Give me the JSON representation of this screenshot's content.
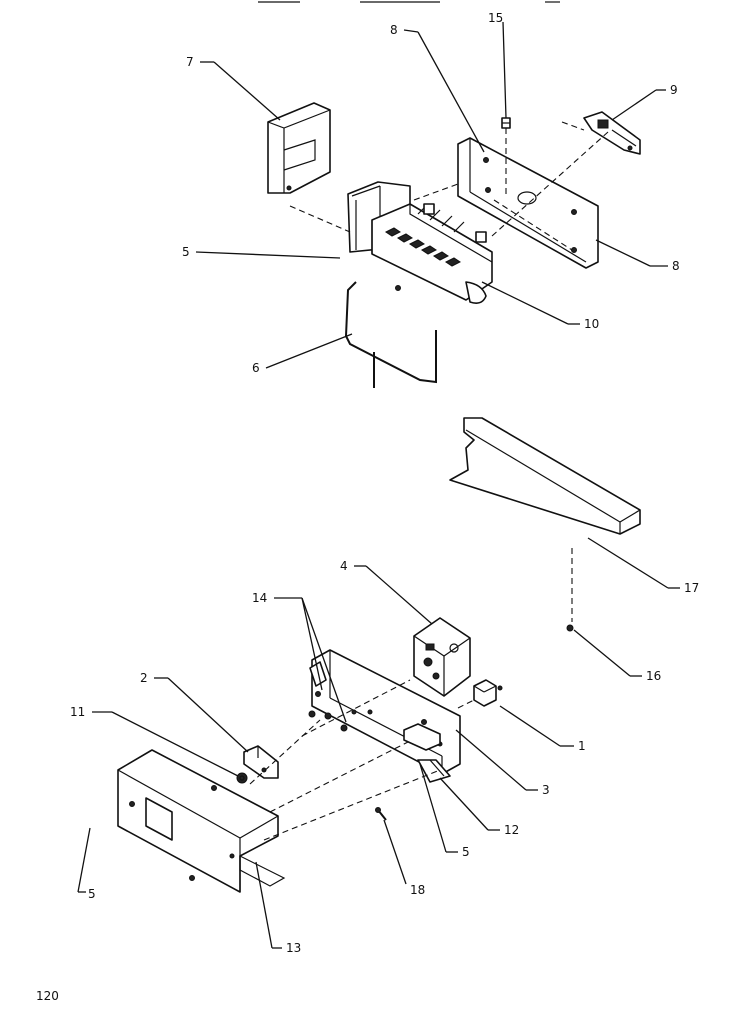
{
  "callouts": {
    "c15": "15",
    "c8_top": "8",
    "c7": "7",
    "c9": "9",
    "c5_top": "5",
    "c8_right": "8",
    "c10": "10",
    "c6": "6",
    "c17": "17",
    "c16": "16",
    "c4": "4",
    "c14": "14",
    "c2": "2",
    "c11": "11",
    "c1": "1",
    "c3": "3",
    "c12": "12",
    "c5_mid": "5",
    "c5_left": "5",
    "c18": "18",
    "c13": "13"
  },
  "page_number": "120"
}
